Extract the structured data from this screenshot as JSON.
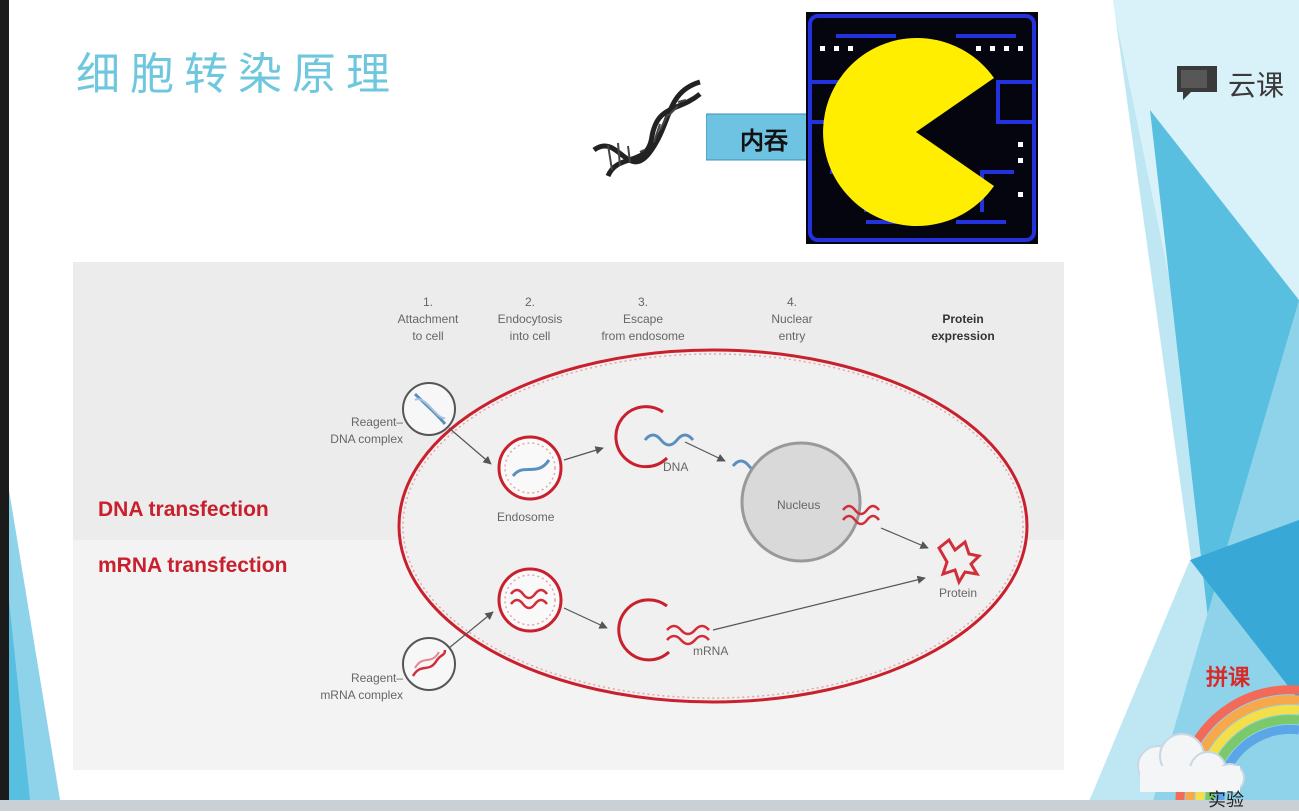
{
  "slide": {
    "title": "细胞转染原理",
    "arrow_label": "内吞",
    "brand_text": "云课",
    "promo_text": "拼课",
    "promo_text2": "实验"
  },
  "diagram": {
    "steps": [
      {
        "number": "1.",
        "line1": "Attachment",
        "line2": "to cell"
      },
      {
        "number": "2.",
        "line1": "Endocytosis",
        "line2": "into cell"
      },
      {
        "number": "3.",
        "line1": "Escape",
        "line2": "from endosome"
      },
      {
        "number": "4.",
        "line1": "Nuclear",
        "line2": "entry"
      },
      {
        "number": "",
        "line1": "Protein",
        "line2": "expression"
      }
    ],
    "row_labels": {
      "dna": "DNA transfection",
      "mrna": "mRNA transfection"
    },
    "labels": {
      "reagent_dna_1": "Reagent–",
      "reagent_dna_2": "DNA complex",
      "reagent_mrna_1": "Reagent–",
      "reagent_mrna_2": "mRNA complex",
      "endosome": "Endosome",
      "dna": "DNA",
      "nucleus": "Nucleus",
      "protein": "Protein",
      "mrna": "mRNA"
    }
  },
  "colors": {
    "title": "#6fc7dd",
    "transfection_red": "#c8202c",
    "arrow_blue": "#6ec3e2",
    "pacman_yellow": "#ffee00",
    "maze_blue": "#2233dd",
    "slide_accent": "#35a6d5"
  },
  "icons": [
    "dna-helix-icon",
    "pacman-icon",
    "chat-bubble-icon",
    "rainbow-icon"
  ]
}
